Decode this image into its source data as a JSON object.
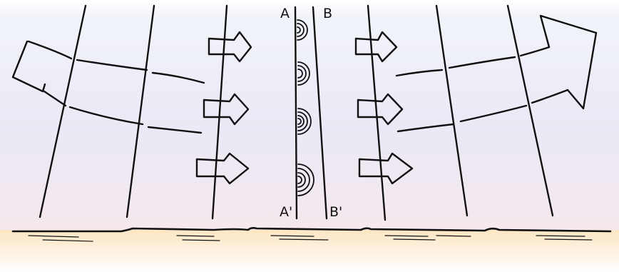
{
  "labels": {
    "a": "A",
    "b": "B",
    "a_prime": "A'",
    "b_prime": "B'"
  },
  "colors": {
    "sky_top": "#f3f5fb",
    "sky_mid": "#e8eaf6",
    "sky_low": "#f6e9ee",
    "ground_top": "#fde9c9",
    "ground_bottom": "#fdfdfd",
    "ink": "#111111"
  }
}
